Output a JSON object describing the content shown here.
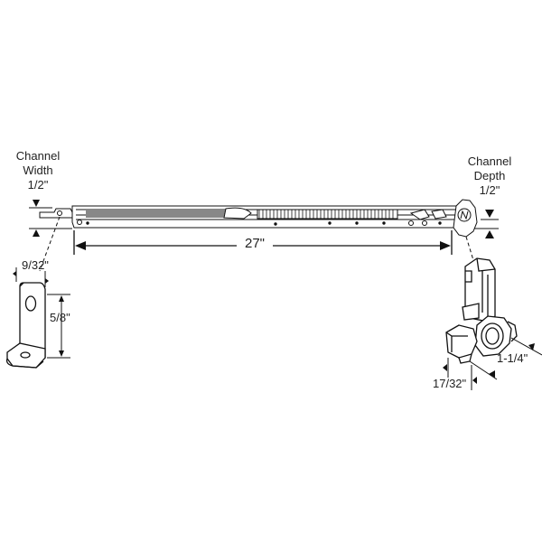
{
  "diagram": {
    "type": "technical-drawing",
    "subject": "window sash balance with bracket and shoe",
    "labels": {
      "channel_width_line1": "Channel",
      "channel_width_line2": "Width",
      "channel_width_value": "1/2\"",
      "channel_depth_line1": "Channel",
      "channel_depth_line2": "Depth",
      "channel_depth_value": "1/2\"",
      "length": "27\"",
      "bracket_width": "9/32\"",
      "bracket_height": "5/8\"",
      "shoe_length": "1-1/4\"",
      "shoe_width": "17/32\""
    },
    "colors": {
      "line": "#111111",
      "background": "#ffffff"
    }
  }
}
